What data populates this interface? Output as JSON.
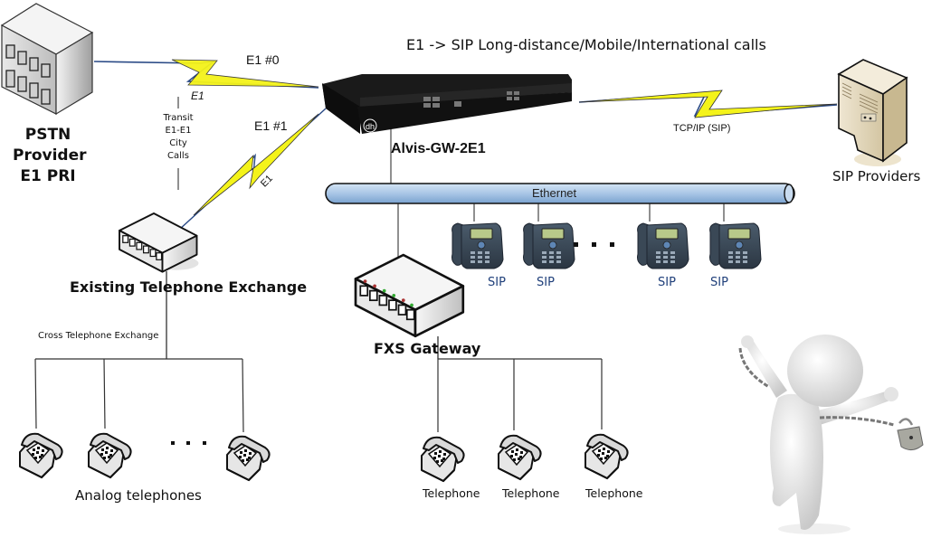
{
  "diagram": {
    "title": "E1 -> SIP Long-distance/Mobile/International calls",
    "colors": {
      "lightning": "#f4f31a",
      "link_line": "#2a4a86",
      "ethernet_bus": "#a9c6e6",
      "sip_label": "#1f3f7a"
    },
    "nodes": {
      "pstn": {
        "label_lines": [
          "PSTN",
          "Provider",
          "E1 PRI"
        ],
        "icon": "building-icon"
      },
      "gateway": {
        "label": "Alvis-GW-2E1",
        "icon": "rack-gateway-icon"
      },
      "sip_providers": {
        "label": "SIP Providers",
        "icon": "server-tower-icon"
      },
      "existing_pbx": {
        "label": "Existing Telephone Exchange",
        "icon": "pbx-switch-icon"
      },
      "fxs_gateway": {
        "label": "FXS Gateway",
        "icon": "fxs-switch-icon"
      },
      "ethernet": {
        "label": "Ethernet",
        "icon": "network-bus-icon"
      }
    },
    "links": {
      "e1_0": {
        "label": "E1 #0",
        "sublabel": "E1"
      },
      "e1_1": {
        "label": "E1 #1",
        "sublabel": "E1"
      },
      "transit": {
        "lines": [
          "Transit",
          "E1-E1",
          "City",
          "Calls"
        ]
      },
      "sip_trunk": {
        "label": "TCP/IP (SIP)"
      },
      "cross_pbx": {
        "label": "Cross Telephone Exchange"
      }
    },
    "sip_phones": [
      {
        "label": "SIP"
      },
      {
        "label": "SIP"
      },
      {
        "label": "SIP"
      },
      {
        "label": "SIP"
      }
    ],
    "analog_phones": {
      "group_label": "Analog telephones",
      "count_shown": 3,
      "ellipsis": ". . ."
    },
    "fxs_phones": [
      {
        "label": "Telephone"
      },
      {
        "label": "Telephone"
      },
      {
        "label": "Telephone"
      }
    ],
    "illustration": {
      "icon": "breaking-chains-figure-icon"
    }
  }
}
